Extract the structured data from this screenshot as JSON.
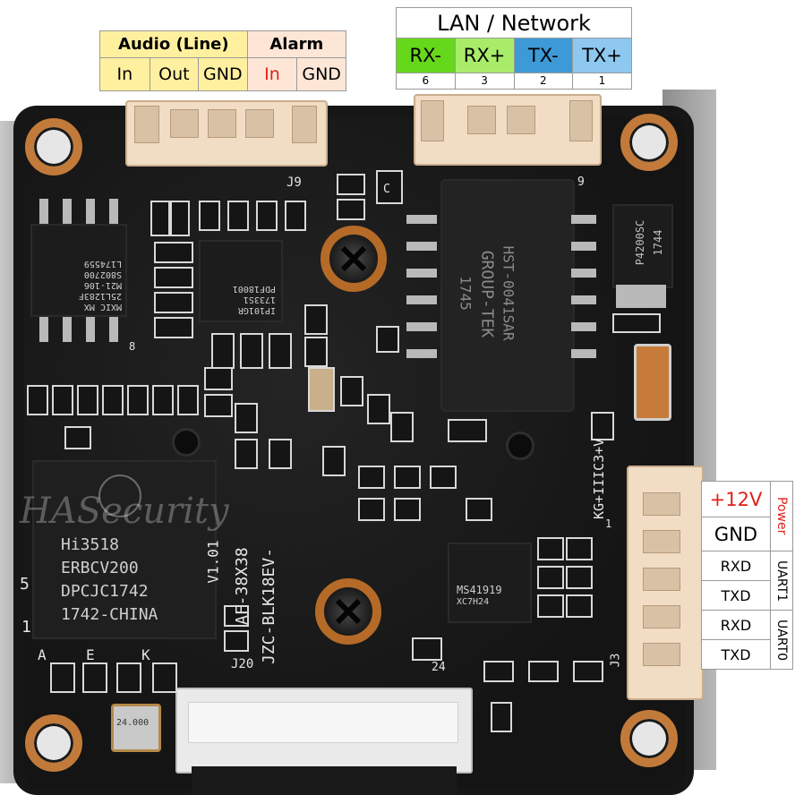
{
  "audio_alarm": {
    "audio_title": "Audio (Line)",
    "alarm_title": "Alarm",
    "pins": [
      "In",
      "Out",
      "GND",
      "In",
      "GND"
    ]
  },
  "lan": {
    "title": "LAN / Network",
    "pins": [
      "RX-",
      "RX+",
      "TX-",
      "TX+"
    ],
    "numbers": [
      "6",
      "3",
      "2",
      "1"
    ]
  },
  "power_uart": {
    "rows": [
      "+12V",
      "GND",
      "RXD",
      "TXD",
      "RXD",
      "TXD"
    ],
    "groups": [
      "Power",
      "UART1",
      "UART0"
    ]
  },
  "chips": {
    "soc": [
      "Hi3518",
      "ERBCV200",
      "DPCJC1742",
      "1742-CHINA"
    ],
    "flash": [
      "MXIC MX",
      "25L1283F",
      "M21-106",
      "S802700",
      "L174559"
    ],
    "codec": [
      "IP101GR",
      "1733S1",
      "PDF18001"
    ],
    "transformer": [
      "HST-0041SAR",
      "GROUP-TEK",
      "1745"
    ],
    "driver": [
      "MS41919",
      "XC7H24"
    ],
    "regulator": [
      "P4200SC",
      "1744"
    ],
    "crystal": "24.000"
  },
  "silkscreen": {
    "j9": "J9",
    "j9b": "9",
    "version": "V1.01",
    "board_a": "AF-38X38",
    "board_b": "JZC-BLK18EV-",
    "j3": "J3",
    "n24": "24",
    "n1": "1",
    "n5": "5",
    "n8": "8",
    "kg": "KG+IIIC3+V",
    "aek": [
      "A",
      "E",
      "K"
    ],
    "j20": "J20",
    "c": "C"
  },
  "watermark": "HASecurity",
  "colors": {
    "rx_minus": "#66d81c",
    "rx_plus": "#a8ec6a",
    "tx_minus": "#3d9ad6",
    "tx_plus": "#8ec8f0",
    "audio_bg": "#fff0a0",
    "alarm_bg": "#fde6d6",
    "power_red": "#e0201a",
    "board": "#161616",
    "pad_copper": "#c27a3a"
  }
}
